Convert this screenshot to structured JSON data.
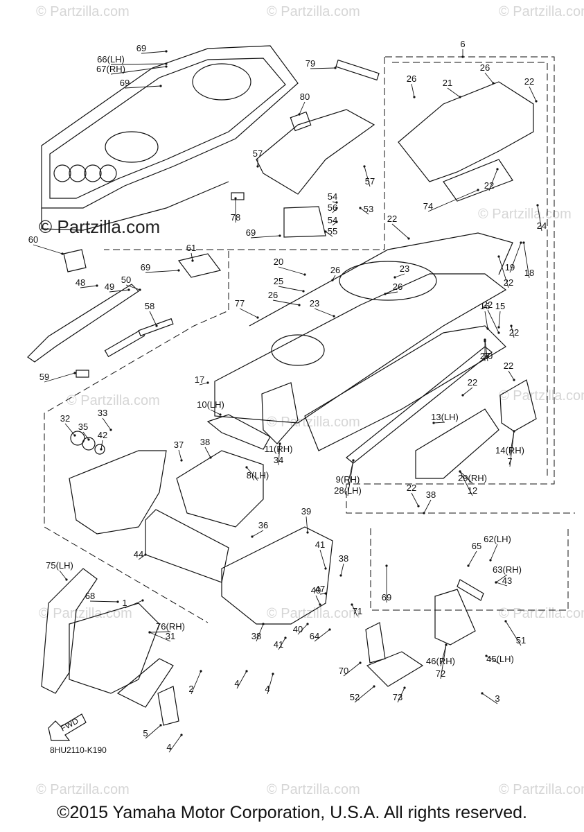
{
  "watermark": "© Partzilla.com",
  "watermark_logo": "© Partzilla.com",
  "diagram_code": "8HU2110-K190",
  "fwd_label": "FWD",
  "copyright": "©2015 Yamaha Motor Corporation, U.S.A. All rights reserved.",
  "callouts": [
    "69",
    "66(LH)",
    "67(RH)",
    "69",
    "80",
    "57",
    "57",
    "54",
    "56",
    "53",
    "54",
    "55",
    "78",
    "69",
    "60",
    "61",
    "69",
    "48",
    "49",
    "50",
    "58",
    "59",
    "77",
    "20",
    "23",
    "26",
    "25",
    "26",
    "23",
    "26",
    "22",
    "79",
    "6",
    "26",
    "26",
    "21",
    "22",
    "22",
    "22",
    "30",
    "74",
    "24",
    "19",
    "18",
    "22",
    "16",
    "15",
    "22",
    "27",
    "22",
    "22",
    "13(LH)",
    "14(RH)",
    "7",
    "17",
    "10(LH)",
    "11(RH)",
    "34",
    "32",
    "33",
    "35",
    "42",
    "37",
    "38",
    "8(LH)",
    "9(RH)",
    "28(LH)",
    "29(RH)",
    "12",
    "22",
    "38",
    "39",
    "36",
    "44",
    "41",
    "38",
    "47",
    "69",
    "65",
    "62(LH)",
    "63(RH)",
    "43",
    "40",
    "71",
    "68",
    "1",
    "75(LH)",
    "76(RH)",
    "31",
    "38",
    "41",
    "40",
    "64",
    "51",
    "70",
    "45(LH)",
    "46(RH)",
    "72",
    "52",
    "73",
    "3",
    "4",
    "4",
    "2",
    "5",
    "4"
  ]
}
